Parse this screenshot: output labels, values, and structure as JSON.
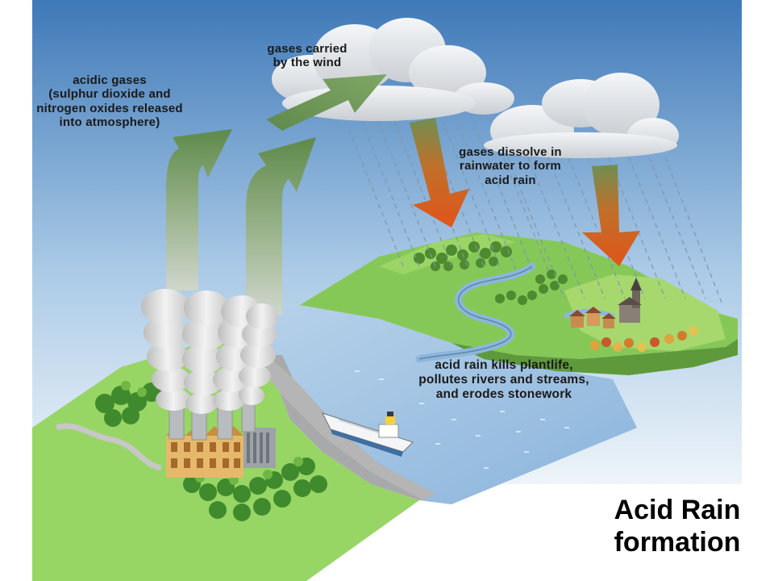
{
  "diagram": {
    "labels": {
      "acidic_gases": [
        "acidic gases",
        "(sulphur dioxide and",
        "nitrogen oxides released",
        "into atmosphere)"
      ],
      "gases_carried": [
        "gases carried",
        "by the wind"
      ],
      "gases_dissolve": [
        "gases dissolve in",
        "rainwater to form",
        "acid rain"
      ],
      "acid_rain_effects": [
        "acid rain kills plantlife,",
        "pollutes rivers and streams,",
        "and erodes stonework"
      ]
    },
    "colors": {
      "sky_top": "#3f79b8",
      "sky_bottom": "#e8f1f8",
      "water": "#9fc4e4",
      "grass": "#8ccf5a",
      "hill": "#7ec24e",
      "cloud": "#e9ecef",
      "green_arrow": "#6e9657",
      "orange_arrow": "#e0561a",
      "smoke": "#e4e4e4",
      "factory": "#e0b469"
    }
  },
  "slide": {
    "title_lines": [
      "Acid Rain",
      "formation"
    ]
  }
}
